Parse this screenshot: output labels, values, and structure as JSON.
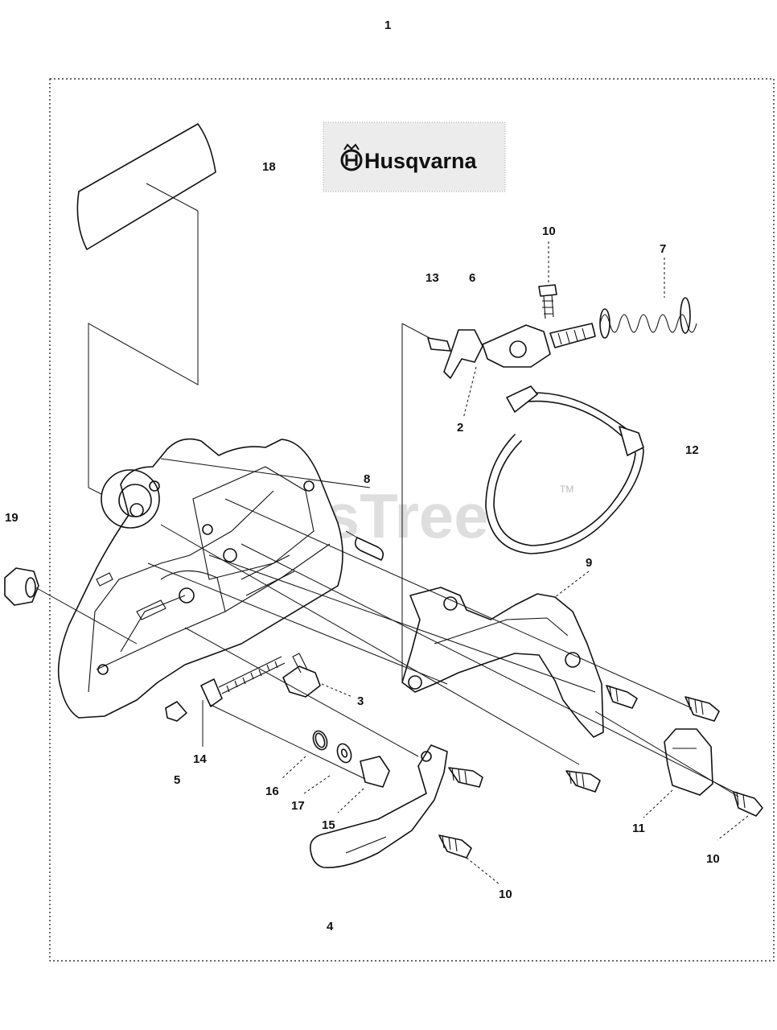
{
  "diagram": {
    "assembly_number": "1",
    "brand_logo": "Husqvarna",
    "watermark": "PartsTree",
    "watermark_tm": "TM",
    "callouts": [
      {
        "id": "c18",
        "label": "18"
      },
      {
        "id": "c10a",
        "label": "10"
      },
      {
        "id": "c7",
        "label": "7"
      },
      {
        "id": "c13",
        "label": "13"
      },
      {
        "id": "c6",
        "label": "6"
      },
      {
        "id": "c2",
        "label": "2"
      },
      {
        "id": "c12",
        "label": "12"
      },
      {
        "id": "c8",
        "label": "8"
      },
      {
        "id": "c19",
        "label": "19"
      },
      {
        "id": "c9",
        "label": "9"
      },
      {
        "id": "c3",
        "label": "3"
      },
      {
        "id": "c14",
        "label": "14"
      },
      {
        "id": "c5",
        "label": "5"
      },
      {
        "id": "c16",
        "label": "16"
      },
      {
        "id": "c17",
        "label": "17"
      },
      {
        "id": "c15",
        "label": "15"
      },
      {
        "id": "c11",
        "label": "11"
      },
      {
        "id": "c10b",
        "label": "10"
      },
      {
        "id": "c10c",
        "label": "10"
      },
      {
        "id": "c4",
        "label": "4"
      }
    ]
  }
}
